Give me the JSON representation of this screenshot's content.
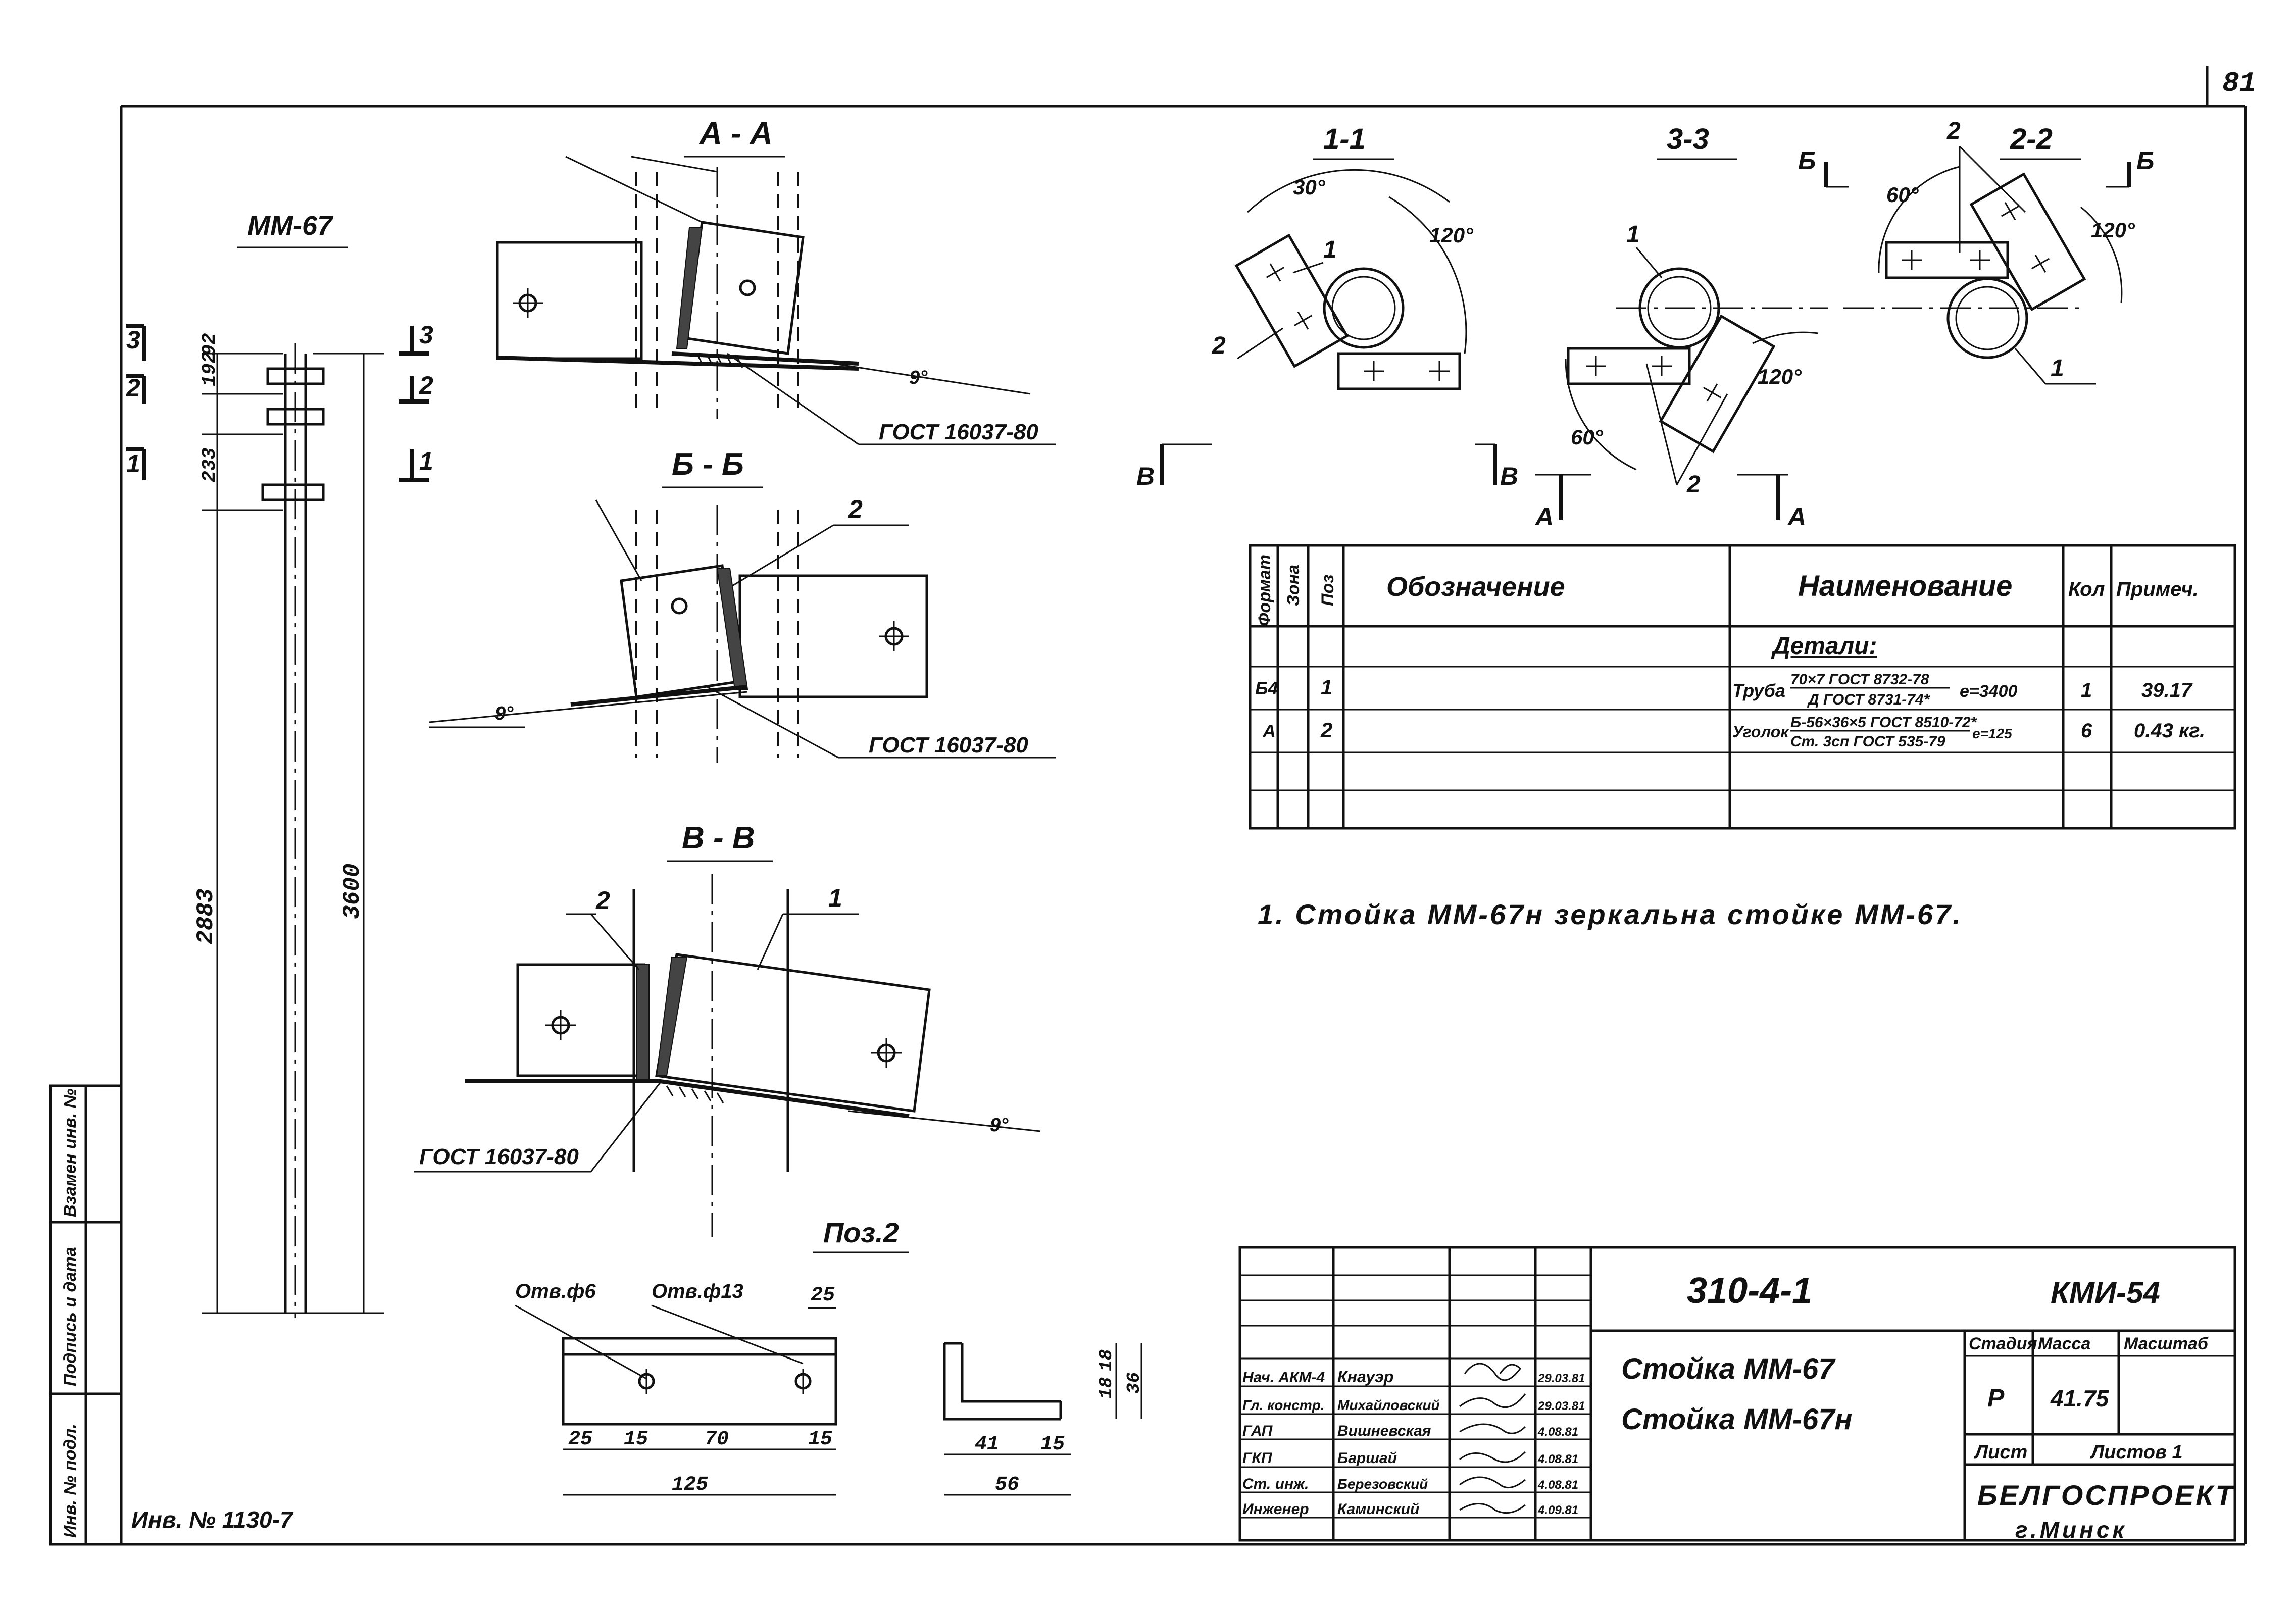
{
  "sheet_number": "81",
  "member_title": "ММ-67",
  "sections": {
    "aa": "А - А",
    "bb": "Б - Б",
    "vv": "В - В",
    "s11": "1-1",
    "s22": "2-2",
    "s33": "3-3",
    "poz2": "Поз.2"
  },
  "cut_marks": {
    "n1": "1",
    "n2": "2",
    "n3": "3",
    "a": "А",
    "b": "Б",
    "v": "В"
  },
  "callouts": {
    "p1": "1",
    "p2": "2"
  },
  "gost_weld": "ГОСТ 16037-80",
  "angles": {
    "a30": "30°",
    "a60": "60°",
    "a120": "120°",
    "a9": "9°"
  },
  "column_dims": {
    "d1": "192",
    "d2": "92",
    "d3": "233",
    "d4": "2883",
    "d5": "3600"
  },
  "poz2_dims": {
    "hole6": "Отв.ф6",
    "hole13": "Отв.ф13",
    "d25a": "25",
    "d15a": "15",
    "d70": "70",
    "d15b": "15",
    "d125": "125",
    "d25b": "25",
    "d41": "41",
    "d15c": "15",
    "d56": "56",
    "d18a": "18",
    "d18b": "18",
    "d36": "36"
  },
  "spec_table": {
    "headers": [
      "Формат",
      "Зона",
      "Поз",
      "Обозначение",
      "Наименование",
      "Кол",
      "Примеч."
    ],
    "section_title": "Детали:",
    "rows": [
      {
        "format": "Б4",
        "pos": "1",
        "name_main": "Труба",
        "name_top": "70×7 ГОСТ 8732-78",
        "name_bottom": "Д ГОСТ 8731-74*",
        "length": "е=3400",
        "qty": "1",
        "note": "39.17"
      },
      {
        "format": "А",
        "pos": "2",
        "name_main": "Уголок",
        "name_top": "Б-56×36×5 ГОСТ 8510-72*",
        "name_bottom": "Ст. 3сп ГОСТ 535-79",
        "length": "е=125",
        "qty": "6",
        "note": "0.43 кг."
      }
    ]
  },
  "note_text": "1. Стойка ММ-67н зеркальна стойке ММ-67.",
  "title_block": {
    "doc_code": "310-4-1",
    "sheet_code": "КМИ-54",
    "title_line1": "Стойка ММ-67",
    "title_line2": "Стойка ММ-67н",
    "hdr_stage": "Стадия",
    "hdr_mass": "Масса",
    "hdr_scale": "Масштаб",
    "stage": "Р",
    "mass": "41.75",
    "sheet_label": "Лист",
    "sheets_label": "Листов 1",
    "org_line1": "БЕЛГОСПРОЕКТ",
    "org_line2": "г.Минск",
    "signers": [
      {
        "role": "Нач. АКМ-4",
        "name": "Кнауэр",
        "date": "29.03.81"
      },
      {
        "role": "Гл. констр.",
        "name": "Михайловский",
        "date": "29.03.81"
      },
      {
        "role": "ГАП",
        "name": "Вишневская",
        "date": "4.08.81"
      },
      {
        "role": "ГКП",
        "name": "Баршай",
        "date": "4.08.81"
      },
      {
        "role": "Ст. инж.",
        "name": "Березовский",
        "date": "4.08.81"
      },
      {
        "role": "Инженер",
        "name": "Каминский",
        "date": "4.09.81"
      }
    ]
  },
  "side_stamp": {
    "inv_orig": "Инв. № подл.",
    "sign_date": "Подпись и дата",
    "replace_inv": "Взамен инв. №"
  },
  "inv_number": "Инв. № 1130-7"
}
